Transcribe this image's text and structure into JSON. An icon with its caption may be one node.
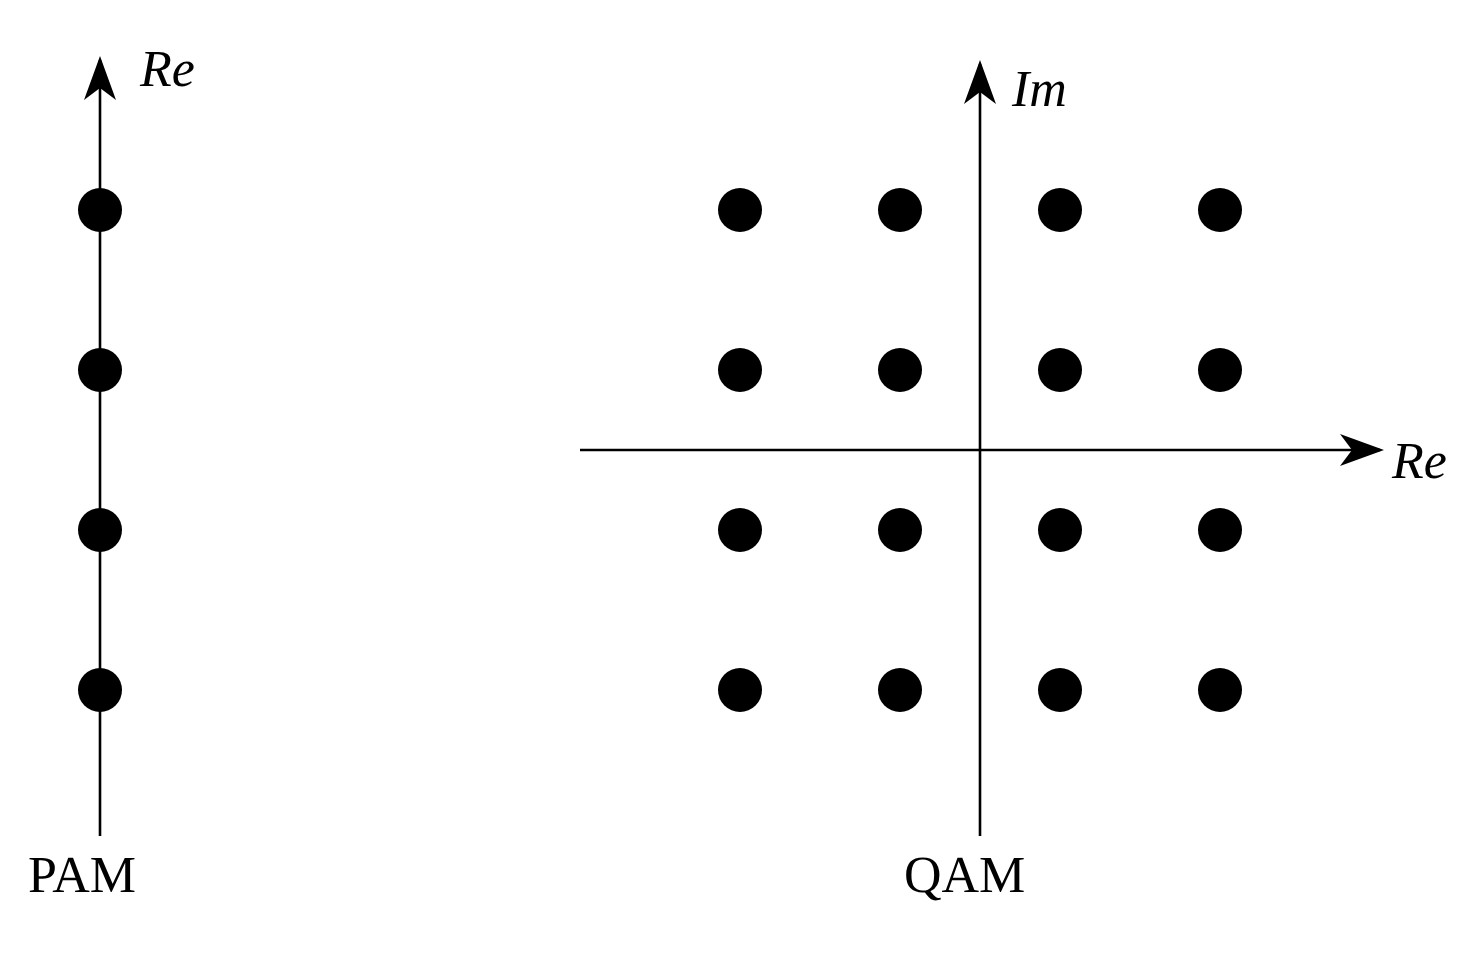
{
  "diagram": {
    "labels": [
      "Re",
      "Im",
      "Re",
      "PAM",
      "QAM"
    ]
  }
}
